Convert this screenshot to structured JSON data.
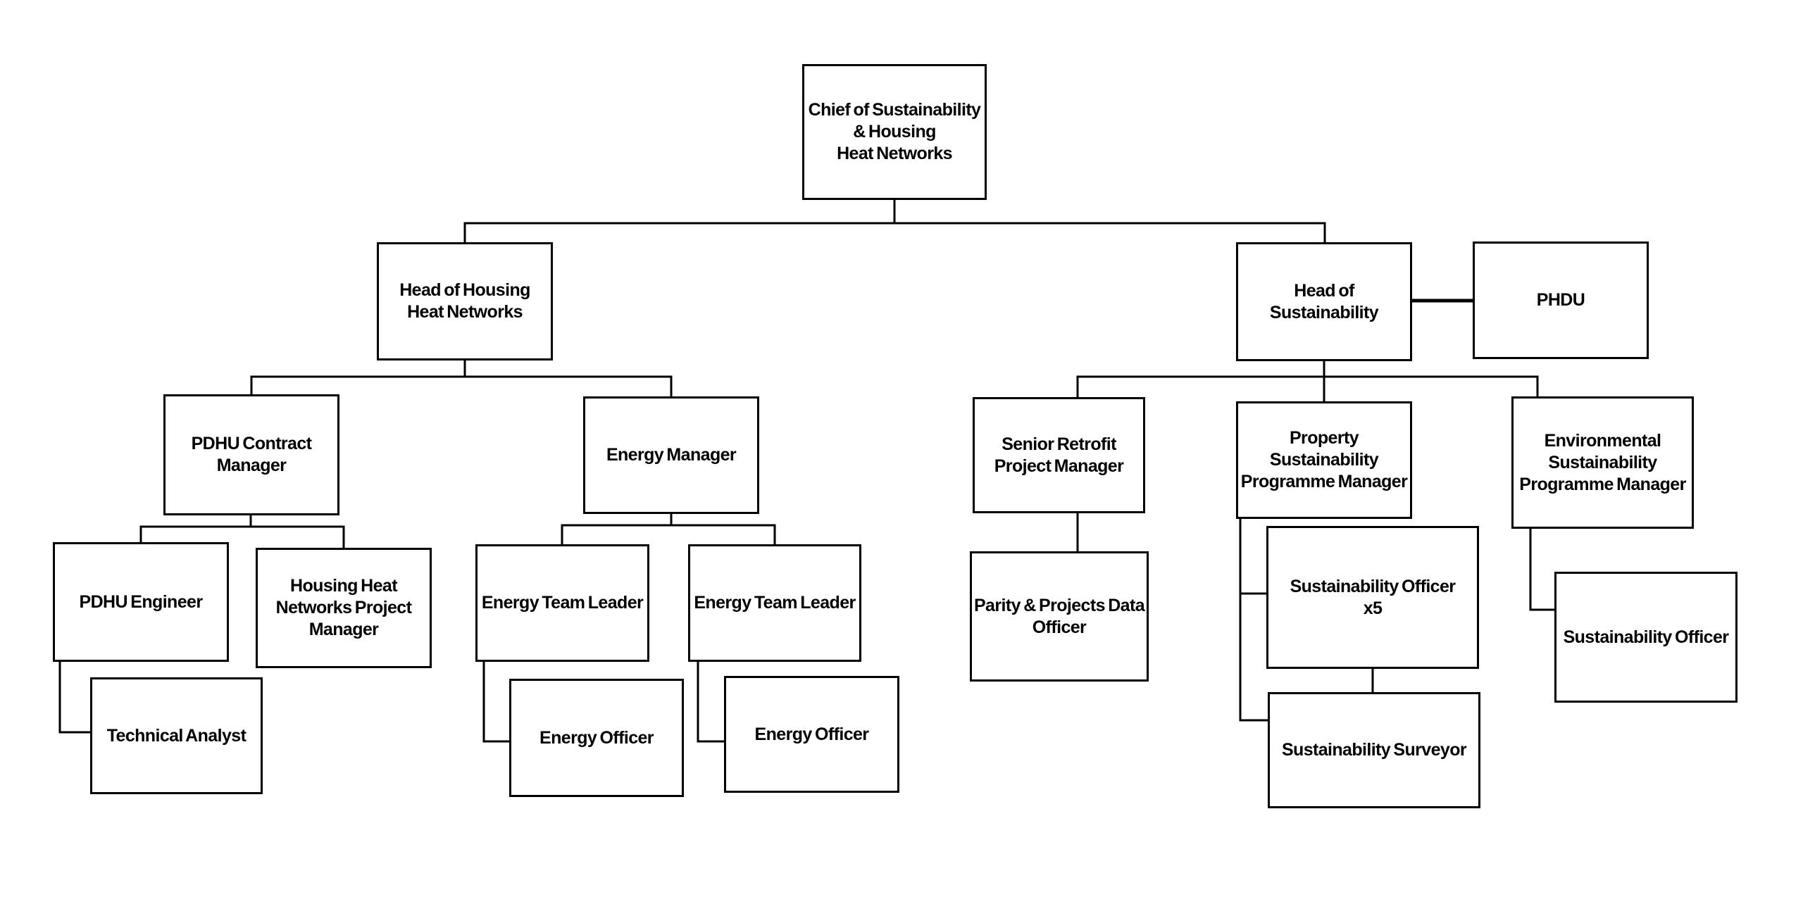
{
  "nodes": {
    "chief": {
      "label": [
        "Chief of Sustainability",
        "& Housing",
        "Heat Networks"
      ]
    },
    "head_housing": {
      "label": [
        "Head of Housing",
        "Heat Networks"
      ]
    },
    "head_sust": {
      "label": [
        "Head of",
        "Sustainability"
      ]
    },
    "phdu": {
      "label": [
        "PHDU"
      ]
    },
    "pdhu_contract": {
      "label": [
        "PDHU Contract",
        "Manager"
      ]
    },
    "energy_manager": {
      "label": [
        "Energy Manager"
      ]
    },
    "senior_retrofit": {
      "label": [
        "Senior Retrofit",
        "Project Manager"
      ]
    },
    "prop_sust": {
      "label": [
        "Property",
        "Sustainability",
        "Programme Manager"
      ]
    },
    "env_sust": {
      "label": [
        "Environmental",
        "Sustainability",
        "Programme Manager"
      ]
    },
    "pdhu_engineer": {
      "label": [
        "PDHU Engineer"
      ]
    },
    "housing_hnpm": {
      "label": [
        "Housing Heat",
        "Networks Project",
        "Manager"
      ]
    },
    "energy_tl_1": {
      "label": [
        "Energy Team Leader"
      ]
    },
    "energy_tl_2": {
      "label": [
        "Energy Team Leader"
      ]
    },
    "parity_officer": {
      "label": [
        "Parity & Projects Data",
        "Officer"
      ]
    },
    "sust_officer_x5": {
      "label": [
        "Sustainability Officer",
        "x5"
      ]
    },
    "sust_officer_r": {
      "label": [
        "Sustainability Officer"
      ]
    },
    "tech_analyst": {
      "label": [
        "Technical Analyst"
      ]
    },
    "energy_off_1": {
      "label": [
        "Energy Officer"
      ]
    },
    "energy_off_2": {
      "label": [
        "Energy Officer"
      ]
    },
    "sust_surveyor": {
      "label": [
        "Sustainability Surveyor"
      ]
    }
  },
  "edges": [
    [
      "chief",
      "head_housing"
    ],
    [
      "chief",
      "head_sust"
    ],
    [
      "head_sust",
      "phdu"
    ],
    [
      "head_housing",
      "pdhu_contract"
    ],
    [
      "head_housing",
      "energy_manager"
    ],
    [
      "head_sust",
      "senior_retrofit"
    ],
    [
      "head_sust",
      "prop_sust"
    ],
    [
      "head_sust",
      "env_sust"
    ],
    [
      "pdhu_contract",
      "pdhu_engineer"
    ],
    [
      "pdhu_contract",
      "housing_hnpm"
    ],
    [
      "energy_manager",
      "energy_tl_1"
    ],
    [
      "energy_manager",
      "energy_tl_2"
    ],
    [
      "senior_retrofit",
      "parity_officer"
    ],
    [
      "prop_sust",
      "sust_officer_x5"
    ],
    [
      "prop_sust",
      "sust_surveyor"
    ],
    [
      "sust_officer_x5",
      "sust_surveyor"
    ],
    [
      "env_sust",
      "sust_officer_r"
    ],
    [
      "pdhu_engineer",
      "tech_analyst"
    ],
    [
      "energy_tl_1",
      "energy_off_1"
    ],
    [
      "energy_tl_2",
      "energy_off_2"
    ]
  ],
  "colors": {
    "line": "#000000",
    "box_border": "#000000",
    "box_fill": "#ffffff",
    "background": "#ffffff",
    "text": "#000000"
  }
}
